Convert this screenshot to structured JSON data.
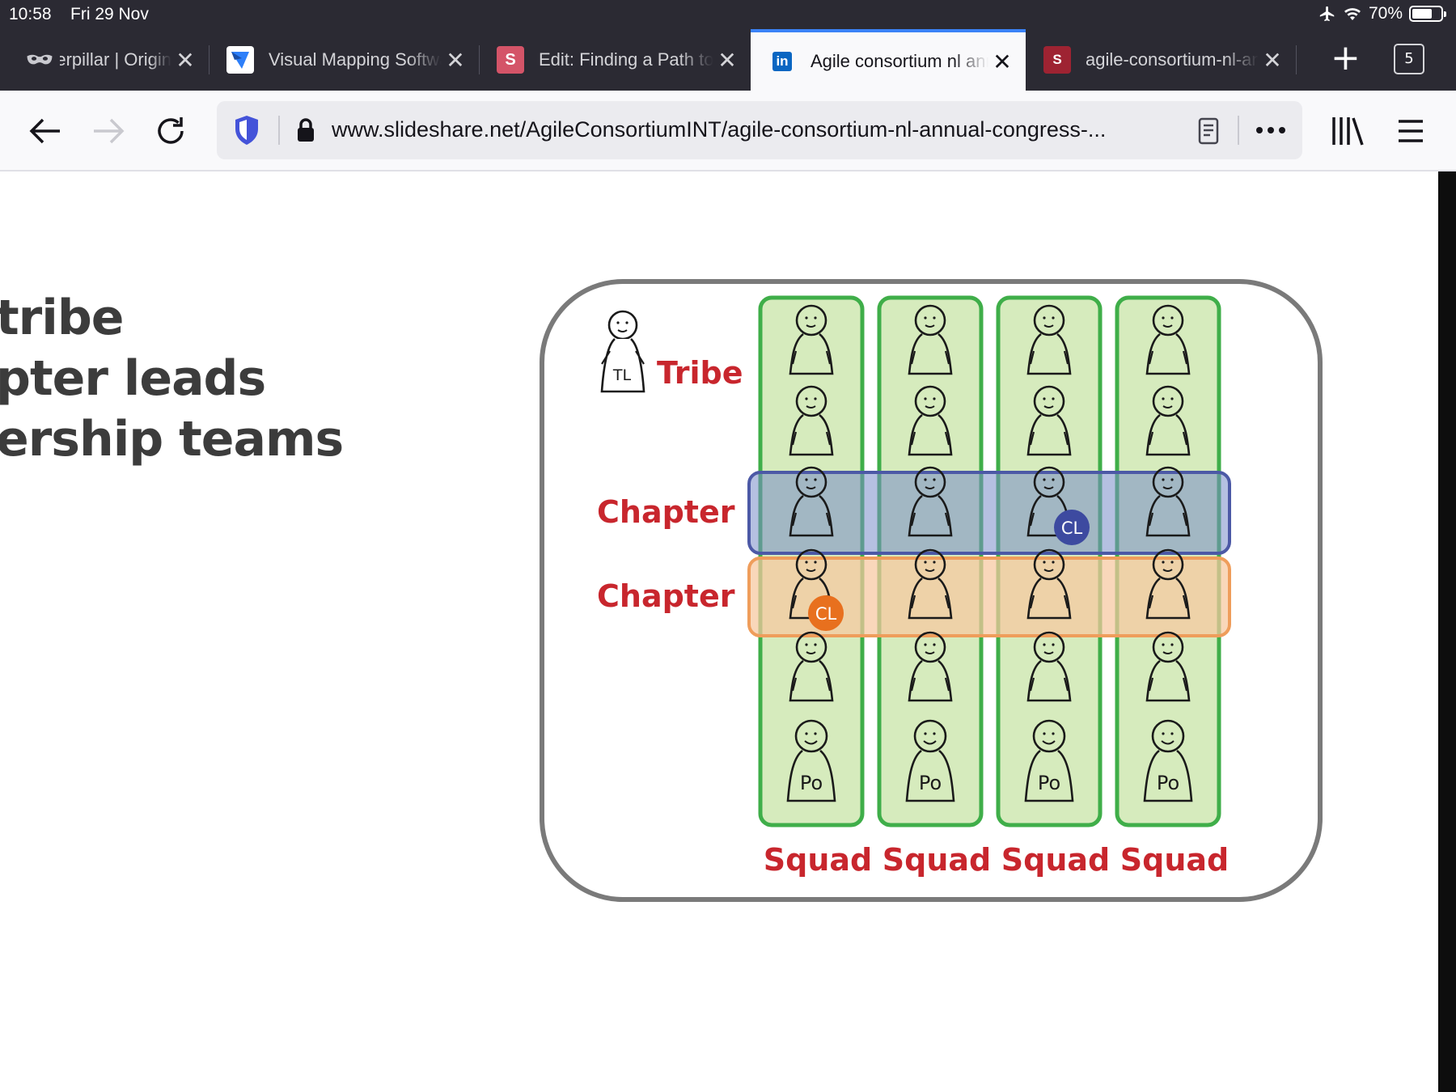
{
  "status_bar": {
    "time": "10:58",
    "date": "Fri 29 Nov",
    "battery": "70%",
    "battery_level": 0.7
  },
  "tabs": [
    {
      "title": "Unhappy Caterpillar | Origin",
      "favicon": "mask-icon",
      "active": false
    },
    {
      "title": "Visual Mapping Software",
      "favicon": "mapping-app-icon",
      "active": false
    },
    {
      "title": "Edit: Finding a Path to Agile",
      "favicon": "S",
      "favicon_color": "#d45468",
      "active": false
    },
    {
      "title": "Agile consortium nl annual congress",
      "favicon": "in",
      "favicon_color": "#0a66c2",
      "active": true
    },
    {
      "title": "agile-consortium-nl-annual",
      "favicon": "S",
      "favicon_color": "#9e2332",
      "active": false
    }
  ],
  "tab_count": "5",
  "url": "www.slideshare.net/AgileConsortiumINT/agile-consortium-nl-annual-congress-...",
  "slide_text": [
    "tribe",
    "pter leads",
    "ership teams"
  ],
  "diagram": {
    "tribe_lead_badge": "TL",
    "tribe_label": "Tribe",
    "chapter_labels": [
      "Chapter",
      "Chapter"
    ],
    "chapter_lead_badge": "CL",
    "product_owner_badge": "Po",
    "squad_labels": [
      "Squad",
      "Squad",
      "Squad",
      "Squad"
    ],
    "colors": {
      "squad_fill": "#d6ebbd",
      "squad_stroke": "#3fae49",
      "chapter_blue": "#4c59a6",
      "chapter_orange": "#ef9d5b",
      "cl_blue": "#3d4aa0",
      "cl_orange": "#e8701e",
      "label_red": "#c8262d"
    }
  }
}
